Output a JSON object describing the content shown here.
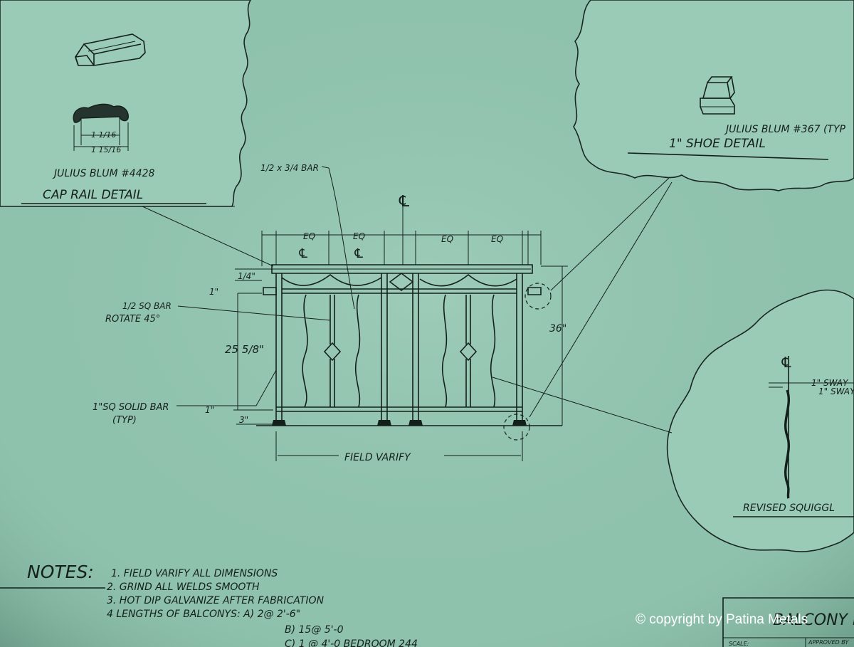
{
  "drawing": {
    "title_block_partial": "BALCONY RA",
    "title_block_scale": "SCALE:",
    "title_block_approved": "APPROVED BY"
  },
  "cap_rail_detail": {
    "part_ref": "JULIUS BLUM #4428",
    "title": "CAP RAIL DETAIL",
    "dim_top": "1 1/16",
    "dim_bottom": "1 15/16"
  },
  "shoe_detail": {
    "part_ref": "JULIUS BLUM #367 (TYP",
    "title": "1\" SHOE DETAIL"
  },
  "squiggle_detail": {
    "sway_top": "1\" SWAY",
    "sway_bottom": "1\" SWAY",
    "title": "REVISED SQUIGGL"
  },
  "elevation": {
    "eq_labels": [
      "EQ",
      "EQ",
      "EQ",
      "EQ"
    ],
    "centerline": "℄",
    "bar_callout": "1/2 x 3/4 BAR",
    "sq_bar_callout": [
      "1/2 SQ BAR",
      "ROTATE 45°"
    ],
    "solid_bar_callout": [
      "1\"SQ SOLID BAR",
      "(TYP)"
    ],
    "dim_top_rail": "1/4\"",
    "dim_side": "1\"",
    "dim_height": "25 5/8\"",
    "dim_overall": "36\"",
    "dim_bottom": "1\"",
    "dim_base": "3\"",
    "field_varify": "FIELD VARIFY"
  },
  "notes": {
    "heading": "NOTES:",
    "items": [
      "1. FIELD VARIFY ALL DIMENSIONS",
      "2. GRIND ALL WELDS SMOOTH",
      "3. HOT DIP GALVANIZE AFTER FABRICATION",
      "4 LENGTHS OF BALCONYS: A) 2@ 2'-6\"",
      "B) 15@ 5'-0",
      "C) 1 @ 4'-0 BEDROOM 244"
    ]
  },
  "copyright": "© copyright by Patina Metals"
}
